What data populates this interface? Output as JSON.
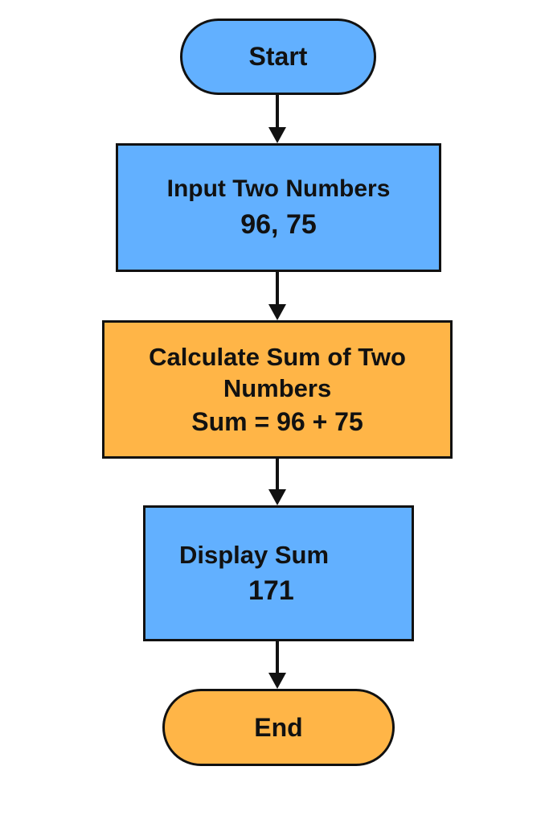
{
  "colors": {
    "blue": "#62b0ff",
    "orange": "#ffb547",
    "stroke": "#111111"
  },
  "nodes": {
    "start": {
      "label": "Start"
    },
    "input": {
      "line1": "Input Two Numbers",
      "line2": "96, 75"
    },
    "calculate": {
      "line1": "Calculate Sum of Two",
      "line2": "Numbers",
      "line3": "Sum = 96 + 75"
    },
    "display": {
      "line1": "Display Sum",
      "line2": "171"
    },
    "end": {
      "label": "End"
    }
  }
}
